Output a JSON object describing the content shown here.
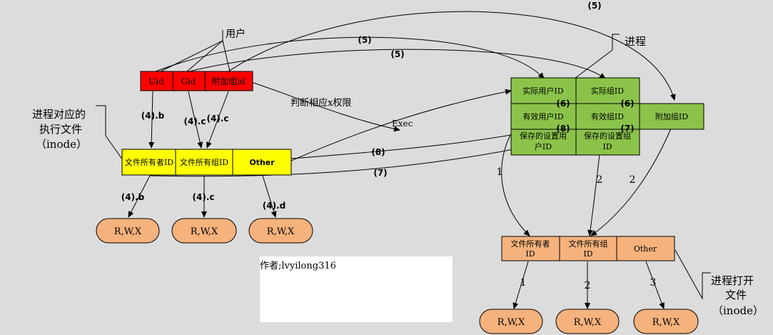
{
  "colors": {
    "background": "#dcdcdc",
    "red": "#ff0000",
    "yellow": "#ffff00",
    "green": "#8bc34a",
    "orange": "#f6b27c",
    "border": "#000000"
  },
  "callouts": {
    "user": "用户",
    "process": "进程",
    "exe_file": [
      "进程对应的",
      "执行文件",
      "（inode）"
    ],
    "opened_file": [
      "进程打开",
      "文件",
      "（inode）"
    ]
  },
  "red_boxes": [
    "Uid",
    "Gid",
    "附加组id"
  ],
  "yellow_boxes": [
    "文件所有者ID",
    "文件所有组ID",
    "Other"
  ],
  "green_boxes": {
    "real_uid": "实际用户ID",
    "real_gid": "实际组ID",
    "eff_uid": "有效用户ID",
    "eff_gid": "有效组ID",
    "saved_uid": [
      "保存的设置用",
      "户ID"
    ],
    "saved_gid": [
      "保存的设置组",
      "ID"
    ],
    "supp_gid": "附加组ID"
  },
  "orange_boxes": [
    [
      "文件所有者",
      "ID"
    ],
    [
      "文件所有组",
      "ID"
    ],
    [
      "Other"
    ]
  ],
  "perm_label": "R,W,X",
  "arrow_labels": {
    "l5_top": "(5)",
    "l5_mid": "(5)",
    "l5_low": "(5)",
    "l4b_up": "(4).b",
    "l4c_up1": "(4).c",
    "l4c_up2": "(4).c",
    "l4b_dn": "(4).b",
    "l4c_dn": "(4).c",
    "l4d_dn": "(4).d",
    "l6_a": "(6)",
    "l6_b": "(6)",
    "l8_a": "(8)",
    "l8_b": "(8)",
    "l7_a": "(7)",
    "l7_b": "(7)",
    "one_a": "1",
    "two_a": "2",
    "two_b": "2",
    "one_b": "1",
    "two_c": "2",
    "three": "3"
  },
  "text_judge": "判断相应x权限",
  "text_exec": "Exec",
  "author": "作者;lvyilong316"
}
